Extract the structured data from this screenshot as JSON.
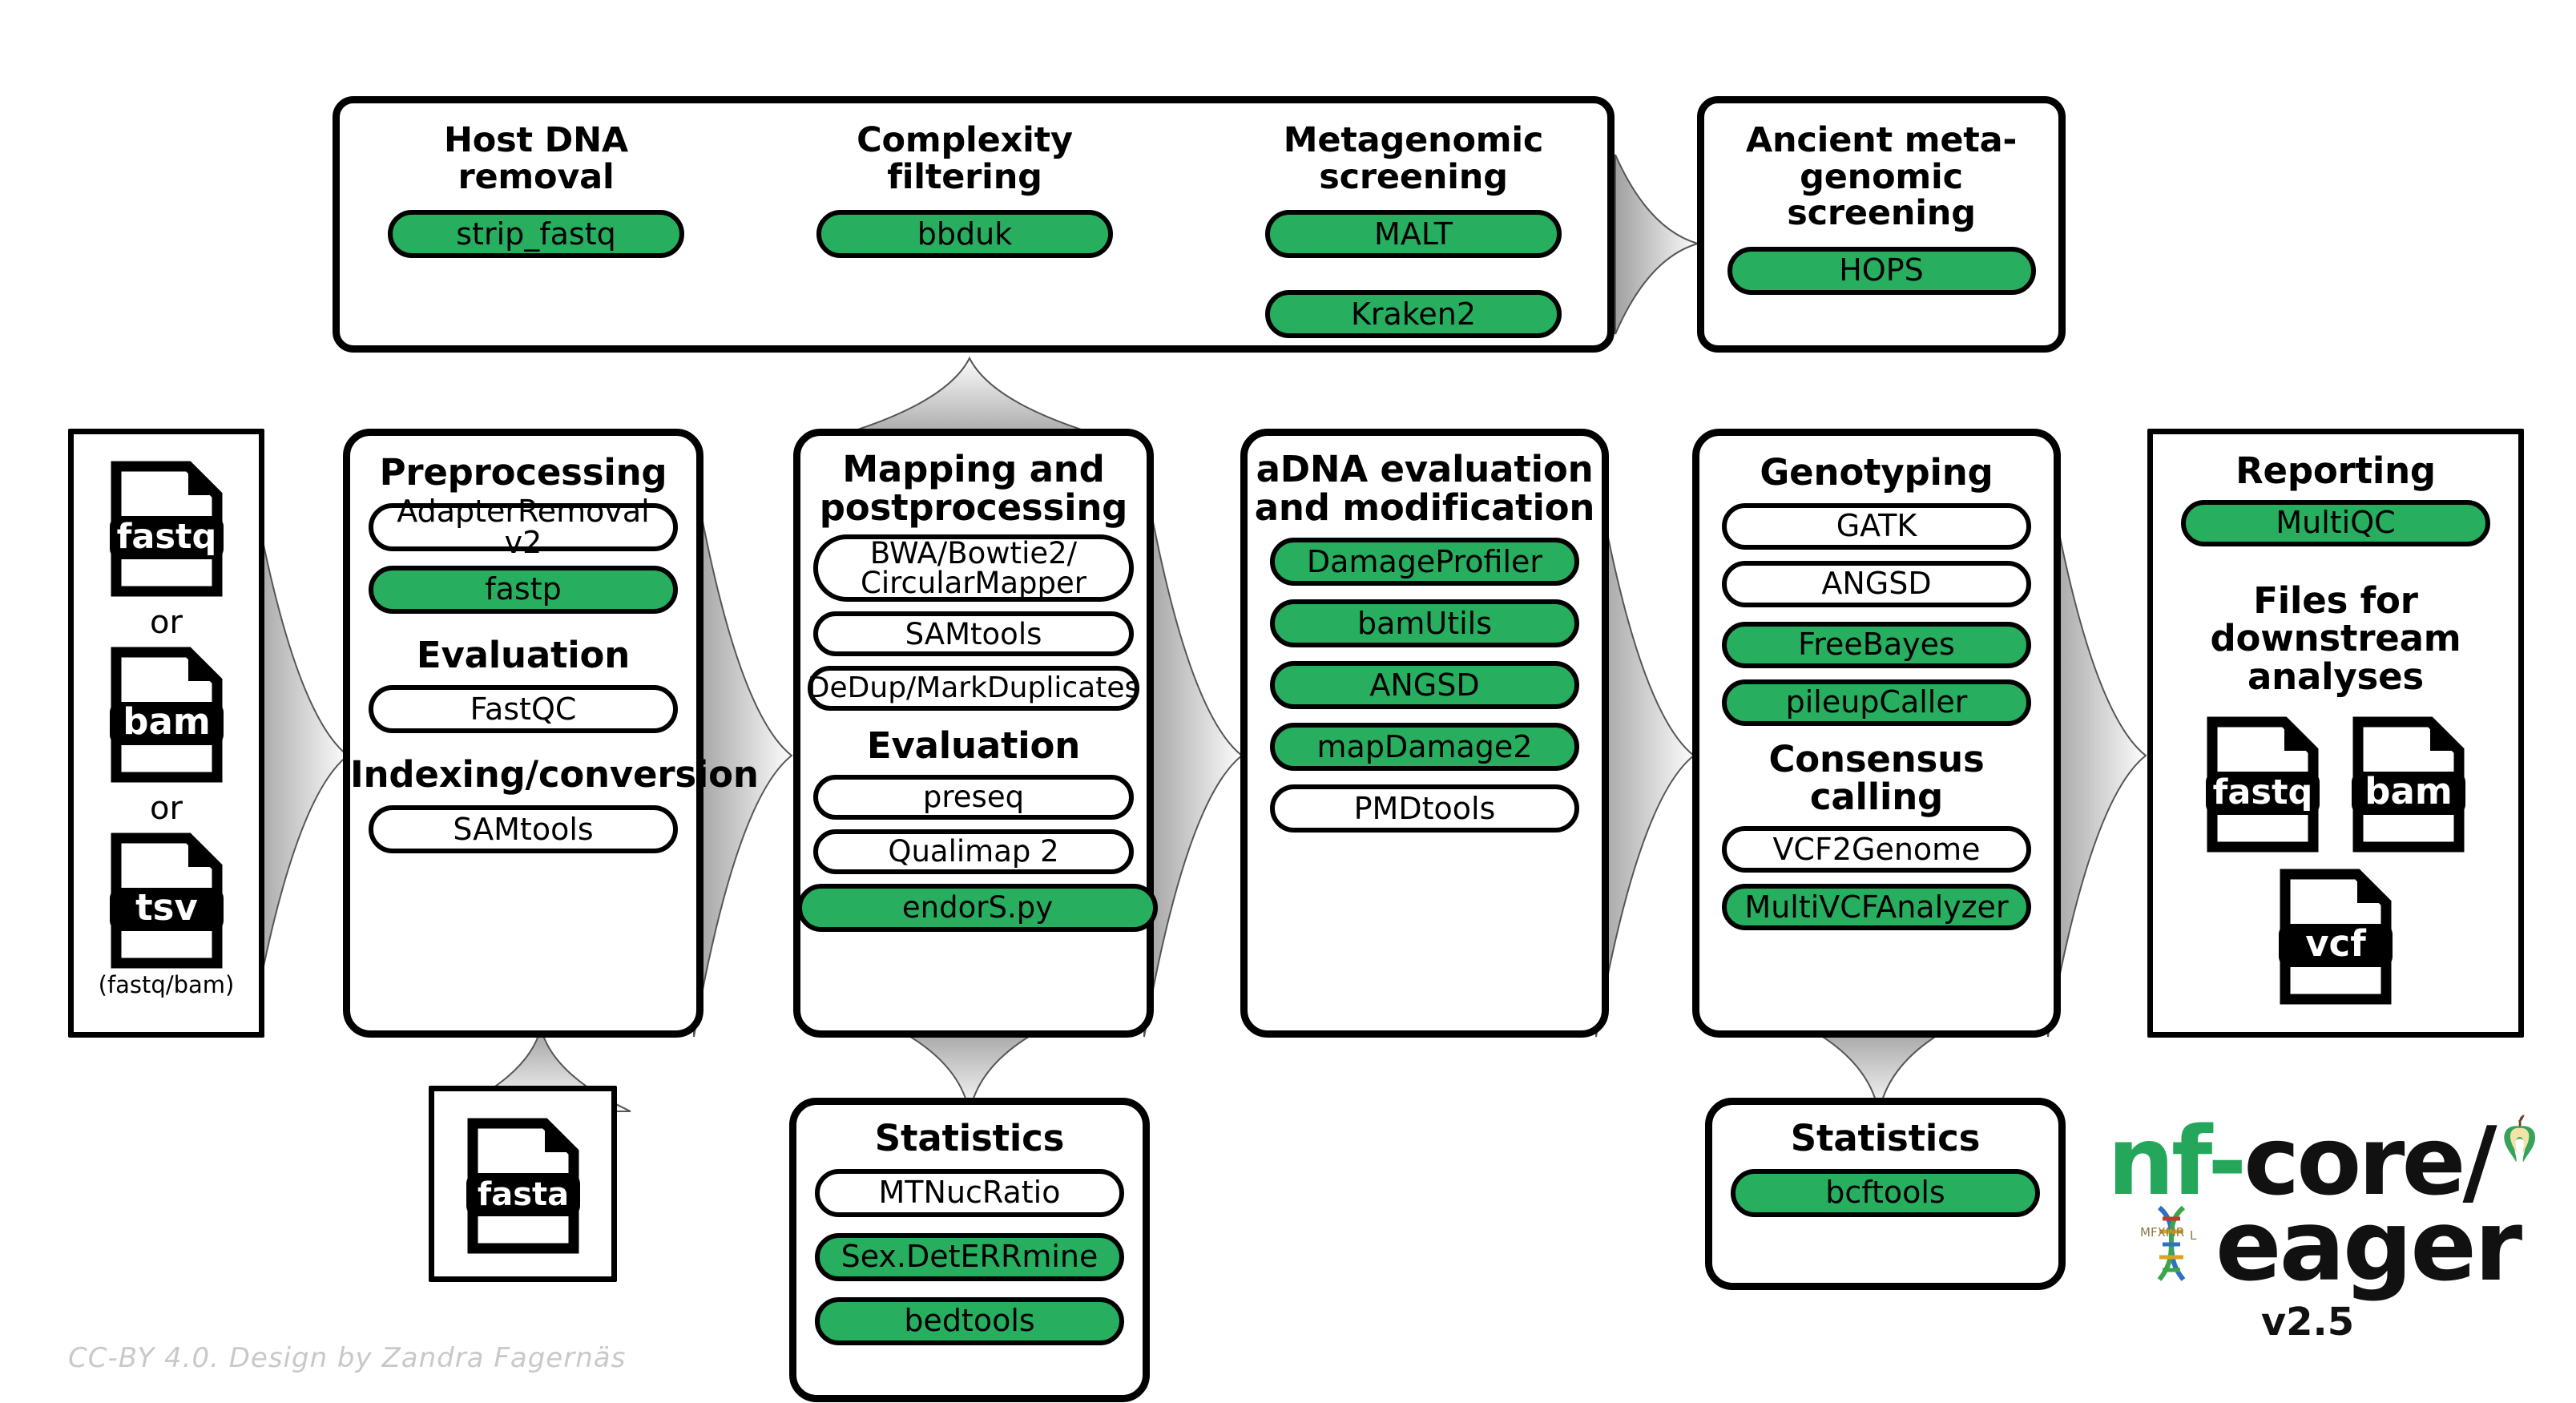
{
  "diagram": {
    "title": "nf-core/eager pipeline overview",
    "accent_green": "#27AE5F",
    "credit": "CC-BY 4.0. Design by Zandra Fagernäs"
  },
  "logo": {
    "nf": "nf-",
    "core": "core/",
    "eager": "eager",
    "version": "v2.5",
    "apple_icon": "apple-core-icon",
    "dna_icon": "dna-helix-icon"
  },
  "inputs": {
    "files": [
      {
        "label": "fastq",
        "icon": "file-icon"
      },
      {
        "label": "bam",
        "icon": "file-icon"
      },
      {
        "label": "tsv",
        "icon": "file-icon"
      }
    ],
    "or1": "or",
    "or2": "or",
    "note": "(fastq/bam)"
  },
  "reference": {
    "file": {
      "label": "fasta",
      "icon": "file-icon"
    }
  },
  "top_band": {
    "groups": [
      {
        "title": "Host DNA\nremoval",
        "tools": [
          {
            "label": "strip_fastq",
            "green": true
          }
        ]
      },
      {
        "title": "Complexity\nfiltering",
        "tools": [
          {
            "label": "bbduk",
            "green": true
          }
        ]
      },
      {
        "title": "Metagenomic\nscreening",
        "tools": [
          {
            "label": "MALT",
            "green": true
          },
          {
            "label": "Kraken2",
            "green": true
          }
        ]
      }
    ]
  },
  "ancient_screening": {
    "title": "Ancient meta-\ngenomic screening",
    "tools": [
      {
        "label": "HOPS",
        "green": true
      }
    ]
  },
  "preprocessing": {
    "title": "Preprocessing",
    "tools": [
      {
        "label": "AdapterRemoval v2",
        "green": false
      },
      {
        "label": "fastp",
        "green": true
      }
    ],
    "sub1_title": "Evaluation",
    "sub1_tools": [
      {
        "label": "FastQC",
        "green": false
      }
    ],
    "sub2_title": "Indexing/conversion",
    "sub2_tools": [
      {
        "label": "SAMtools",
        "green": false
      }
    ]
  },
  "mapping": {
    "title": "Mapping and\npostprocessing",
    "tools": [
      {
        "label": "BWA/Bowtie2/\nCircularMapper",
        "green": false
      },
      {
        "label": "SAMtools",
        "green": false
      },
      {
        "label": "DeDup/MarkDuplicates",
        "green": false
      }
    ],
    "sub1_title": "Evaluation",
    "sub1_tools": [
      {
        "label": "preseq",
        "green": false
      },
      {
        "label": "Qualimap 2",
        "green": false
      },
      {
        "label": "endorS.py",
        "green": true
      }
    ]
  },
  "statistics_left": {
    "title": "Statistics",
    "tools": [
      {
        "label": "MTNucRatio",
        "green": false
      },
      {
        "label": "Sex.DetERRmine",
        "green": true
      },
      {
        "label": "bedtools",
        "green": true
      }
    ]
  },
  "adna": {
    "title": "aDNA evaluation\nand modification",
    "tools": [
      {
        "label": "DamageProfiler",
        "green": true
      },
      {
        "label": "bamUtils",
        "green": true
      },
      {
        "label": "ANGSD",
        "green": true
      },
      {
        "label": "mapDamage2",
        "green": true
      },
      {
        "label": "PMDtools",
        "green": false
      }
    ]
  },
  "genotyping": {
    "title": "Genotyping",
    "tools": [
      {
        "label": "GATK",
        "green": false
      },
      {
        "label": "ANGSD",
        "green": false
      },
      {
        "label": "FreeBayes",
        "green": true
      },
      {
        "label": "pileupCaller",
        "green": true
      }
    ],
    "sub1_title": "Consensus calling",
    "sub1_tools": [
      {
        "label": "VCF2Genome",
        "green": false
      },
      {
        "label": "MultiVCFAnalyzer",
        "green": true
      }
    ]
  },
  "statistics_right": {
    "title": "Statistics",
    "tools": [
      {
        "label": "bcftools",
        "green": true
      }
    ]
  },
  "reporting": {
    "title": "Reporting",
    "tools": [
      {
        "label": "MultiQC",
        "green": true
      }
    ],
    "downstream_title": "Files for downstream\nanalyses",
    "files": [
      {
        "label": "fastq",
        "icon": "file-icon"
      },
      {
        "label": "bam",
        "icon": "file-icon"
      },
      {
        "label": "vcf",
        "icon": "file-icon"
      }
    ]
  }
}
